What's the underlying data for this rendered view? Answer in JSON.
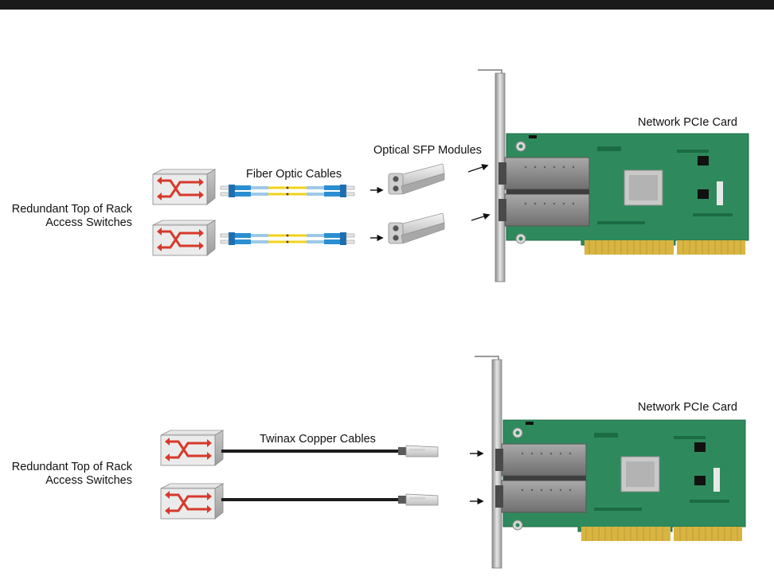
{
  "colors": {
    "top_bar": "#1a1a1a",
    "pcb_green": "#2e8a5c",
    "gold_fingers": "#d8b442",
    "fiber_yellow": "#f2d21a",
    "lc_connector_blue": "#2a8fd1",
    "switch_red": "#d63a2b",
    "copper_cable": "#1b1b1b"
  },
  "icons": [
    "network-switch-icon",
    "fiber-cable-icon",
    "sfp-module-icon",
    "dac-connector-icon",
    "pcie-card-icon",
    "arrow-icon"
  ],
  "panels": [
    {
      "id": "optical",
      "switch_label_line1": "Redundant Top  of  Rack",
      "switch_label_line2": "Access Switches",
      "cable_label": "Fiber Optic Cables",
      "module_label": "Optical SFP Modules",
      "card_label": "Network PCIe Card"
    },
    {
      "id": "copper",
      "switch_label_line1": "Redundant Top  of  Rack",
      "switch_label_line2": "Access Switches",
      "cable_label": "Twinax Copper Cables",
      "card_label": "Network PCIe Card"
    }
  ]
}
